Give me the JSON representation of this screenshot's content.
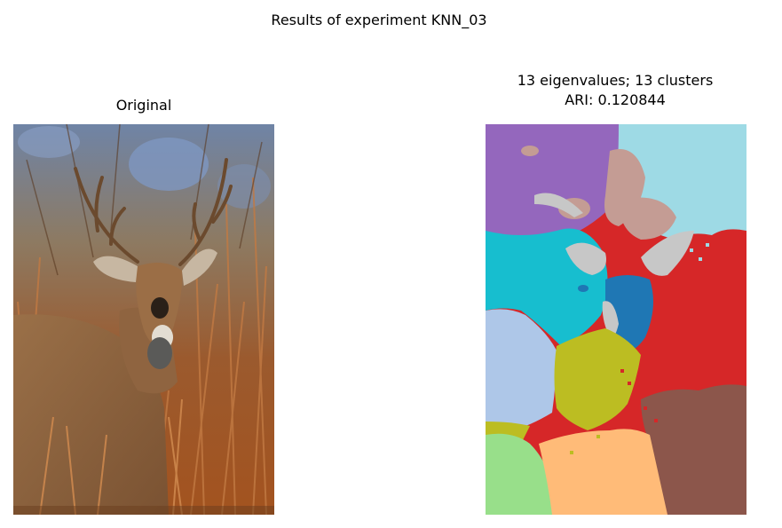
{
  "figure": {
    "suptitle": "Results of experiment KNN_03"
  },
  "left_panel": {
    "title": "Original"
  },
  "right_panel": {
    "title_line1": "13 eigenvalues; 13 clusters",
    "title_line2": "ARI: 0.120844"
  },
  "segmentation_colors": {
    "purple": "#9467bd",
    "light_cyan": "#9edae5",
    "rose": "#c49c94",
    "cyan": "#17becf",
    "light_gray": "#c7c7c7",
    "blue": "#1f77b4",
    "red": "#d62728",
    "light_blue": "#aec7e8",
    "olive": "#bcbd22",
    "light_green": "#98df8a",
    "orange": "#ffbb78",
    "brown": "#8c564b"
  }
}
